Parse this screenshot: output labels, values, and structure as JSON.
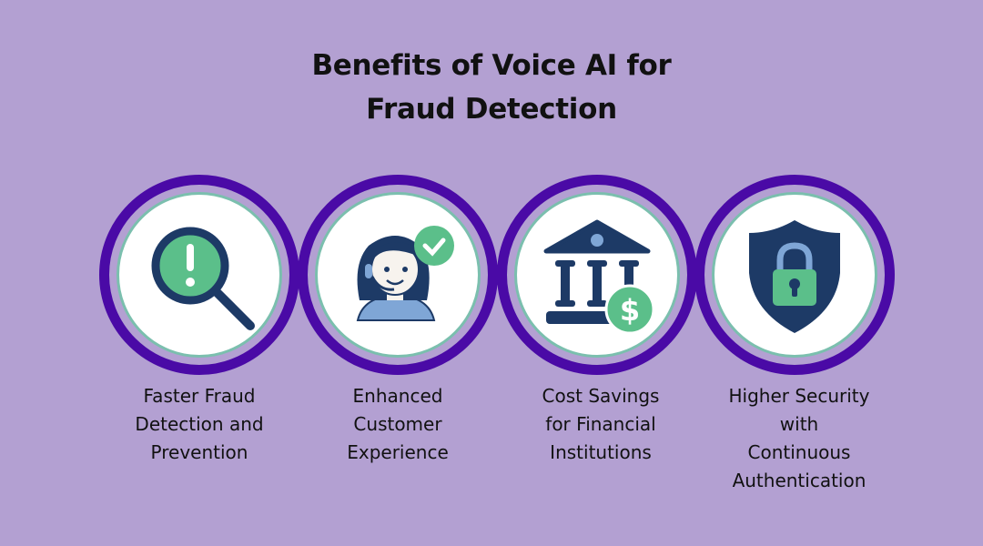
{
  "title": {
    "line1": "Benefits of Voice AI for",
    "line2": "Fraud Detection"
  },
  "benefits": [
    {
      "icon": "magnifier-alert-icon",
      "lines": [
        "Faster Fraud",
        "Detection and",
        "Prevention"
      ]
    },
    {
      "icon": "support-agent-check-icon",
      "lines": [
        "Enhanced",
        "Customer",
        "Experience"
      ]
    },
    {
      "icon": "bank-dollar-icon",
      "lines": [
        "Cost Savings",
        "for Financial",
        "Institutions"
      ]
    },
    {
      "icon": "shield-lock-icon",
      "lines": [
        "Higher Security",
        "with",
        "Continuous",
        "Authentication"
      ]
    }
  ],
  "colors": {
    "background": "#b3a0d2",
    "ring": "#4a0aa6",
    "navy": "#1d3a66",
    "green": "#5bbf8a",
    "lightblue": "#7fa6d6"
  }
}
